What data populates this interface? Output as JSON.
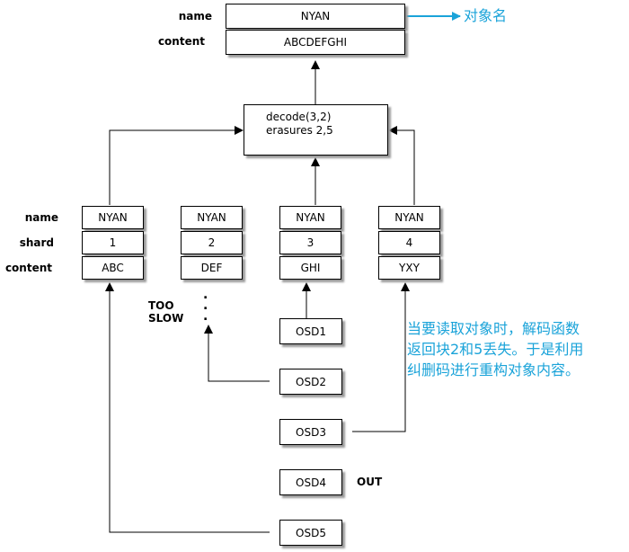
{
  "object": {
    "name_label": "name",
    "content_label": "content",
    "name": "NYAN",
    "content": "ABCDEFGHI",
    "annotation": "对象名"
  },
  "decoder": {
    "line1": "decode(3,2)",
    "line2": "erasures 2,5"
  },
  "shard_labels": {
    "name": "name",
    "shard": "shard",
    "content": "content"
  },
  "shards": [
    {
      "name": "NYAN",
      "shard": "1",
      "content": "ABC"
    },
    {
      "name": "NYAN",
      "shard": "2",
      "content": "DEF"
    },
    {
      "name": "NYAN",
      "shard": "3",
      "content": "GHI"
    },
    {
      "name": "NYAN",
      "shard": "4",
      "content": "YXY"
    }
  ],
  "osds": [
    {
      "label": "OSD1",
      "status": ""
    },
    {
      "label": "OSD2",
      "status": ""
    },
    {
      "label": "OSD3",
      "status": ""
    },
    {
      "label": "OSD4",
      "status": "OUT"
    },
    {
      "label": "OSD5",
      "status": ""
    }
  ],
  "too_slow": {
    "line1": "TOO",
    "line2": "SLOW",
    "dots": ". . ."
  },
  "explanation": {
    "line1": "当要读取对象时，解码函数",
    "line2": "返回块2和5丢失。于是利用",
    "line3": "纠删码进行重构对象内容。"
  },
  "colors": {
    "annotation": "#1aa3d9",
    "shadow": "#9a9a9a",
    "line": "#000000"
  }
}
